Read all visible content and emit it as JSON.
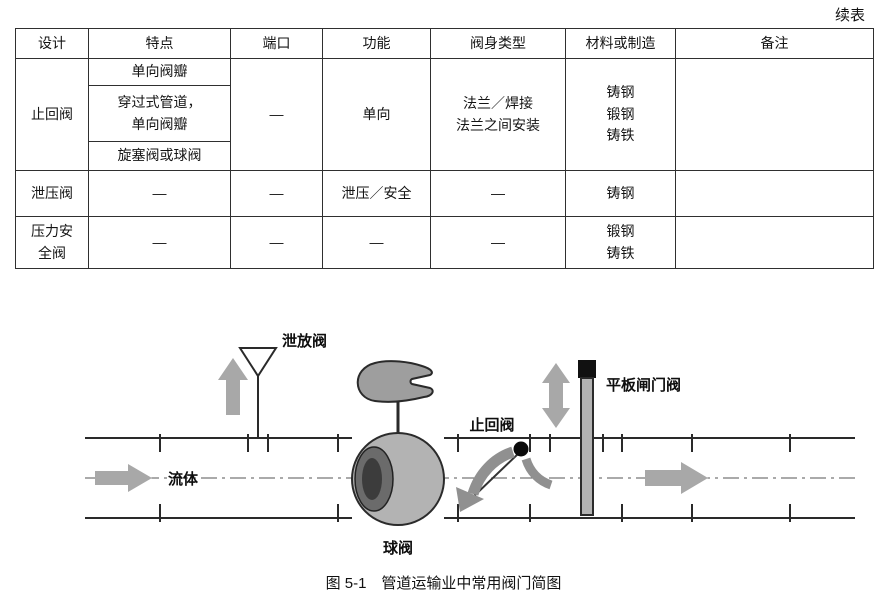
{
  "page": {
    "continued_label": "续表"
  },
  "table": {
    "headers": [
      "设计",
      "特点",
      "端口",
      "功能",
      "阀身类型",
      "材料或制造",
      "备注"
    ],
    "check_valve": {
      "design": "止回阀",
      "feature_1": "单向阀瓣",
      "feature_2": "穿过式管道，\n单向阀瓣",
      "feature_3": "旋塞阀或球阀",
      "port": "—",
      "function": "单向",
      "body_type": "法兰／焊接\n法兰之间安装",
      "material": "铸钢\n锻钢\n铸铁",
      "remark": ""
    },
    "relief_valve": {
      "design": "泄压阀",
      "feature": "—",
      "port": "—",
      "function": "泄压／安全",
      "body_type": "—",
      "material": "铸钢",
      "remark": ""
    },
    "pressure_safety_valve": {
      "design": "压力安\n全阀",
      "feature": "—",
      "port": "—",
      "function": "—",
      "body_type": "—",
      "material": "锻钢\n铸铁",
      "remark": ""
    }
  },
  "diagram": {
    "labels": {
      "vent_valve": "泄放阀",
      "fluid": "流体",
      "ball_valve": "球阀",
      "check_valve": "止回阀",
      "gate_valve": "平板闸门阀"
    },
    "arrow_color": "#a8a8a8",
    "caption": "图 5-1　管道运输业中常用阀门简图"
  }
}
